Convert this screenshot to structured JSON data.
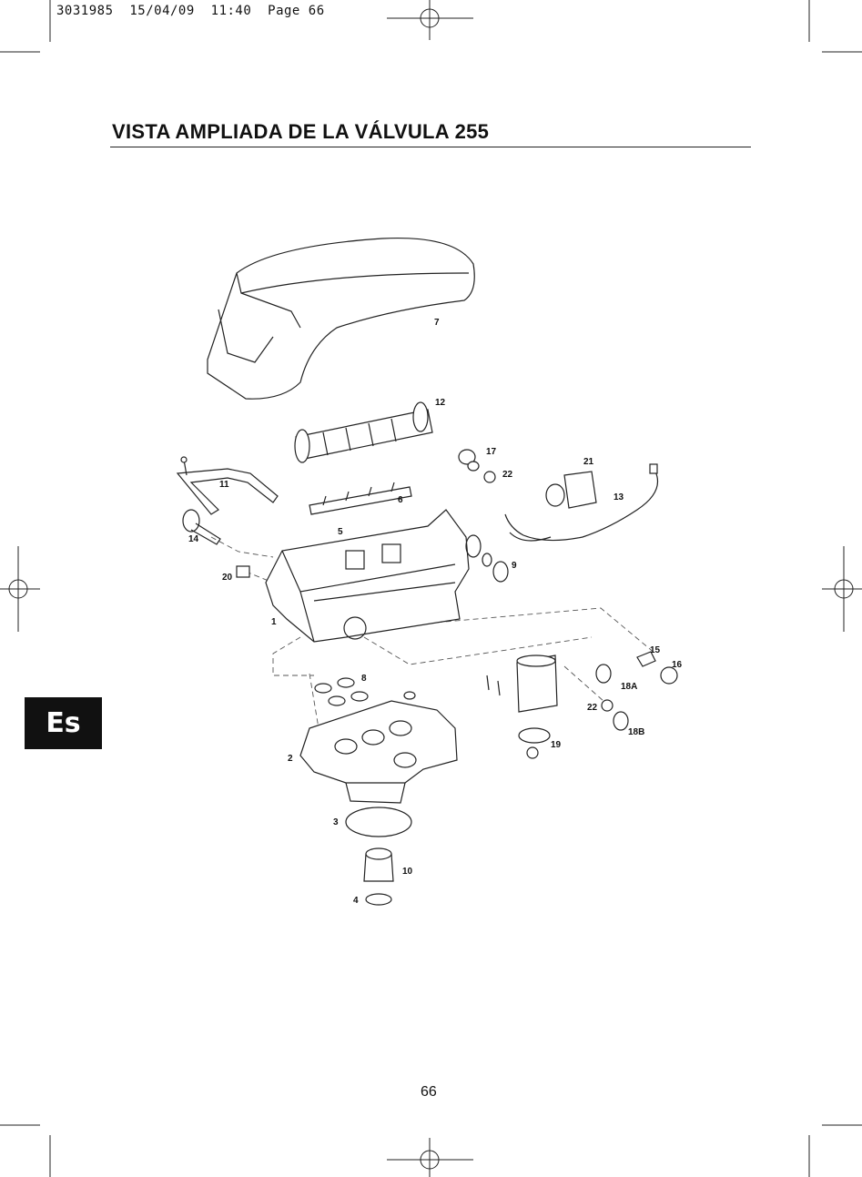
{
  "print_header": "3031985  15/04/09  11:40  Page 66",
  "title": "VISTA AMPLIADA DE LA VÁLVULA 255",
  "language_tab": "Es",
  "page_number": "66",
  "diagram": {
    "part_labels": {
      "p1": "1",
      "p2": "2",
      "p3": "3",
      "p4": "4",
      "p5": "5",
      "p6": "6",
      "p7": "7",
      "p8": "8",
      "p9": "9",
      "p10": "10",
      "p11": "11",
      "p12": "12",
      "p13": "13",
      "p14": "14",
      "p15": "15",
      "p16": "16",
      "p17": "17",
      "p18a": "18A",
      "p18b": "18B",
      "p19": "19",
      "p20": "20",
      "p21": "21",
      "p22a": "22",
      "p22b": "22"
    }
  }
}
